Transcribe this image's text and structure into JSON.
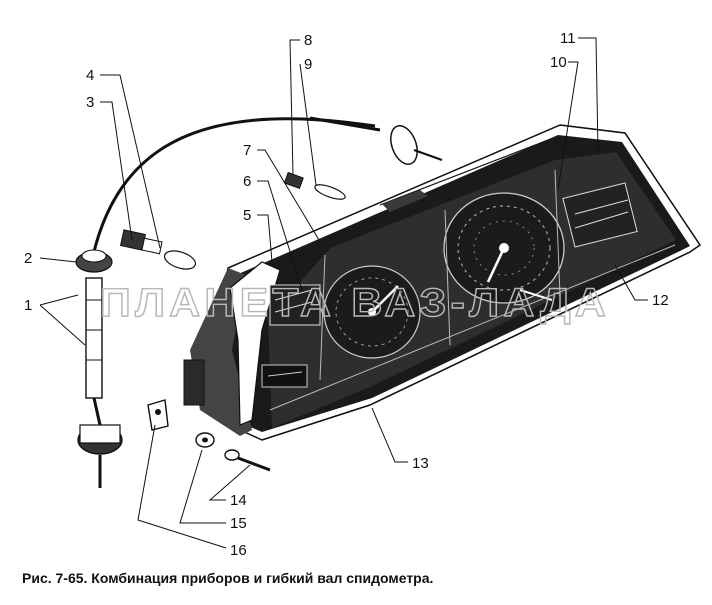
{
  "caption": "Рис. 7-65. Комбинация приборов и гибкий вал спидометра.",
  "watermark": "ПЛАНЕТА ВАЗ-ЛАДА",
  "callouts": [
    "1",
    "2",
    "3",
    "4",
    "5",
    "6",
    "7",
    "8",
    "9",
    "10",
    "11",
    "12",
    "13",
    "14",
    "15",
    "16"
  ]
}
